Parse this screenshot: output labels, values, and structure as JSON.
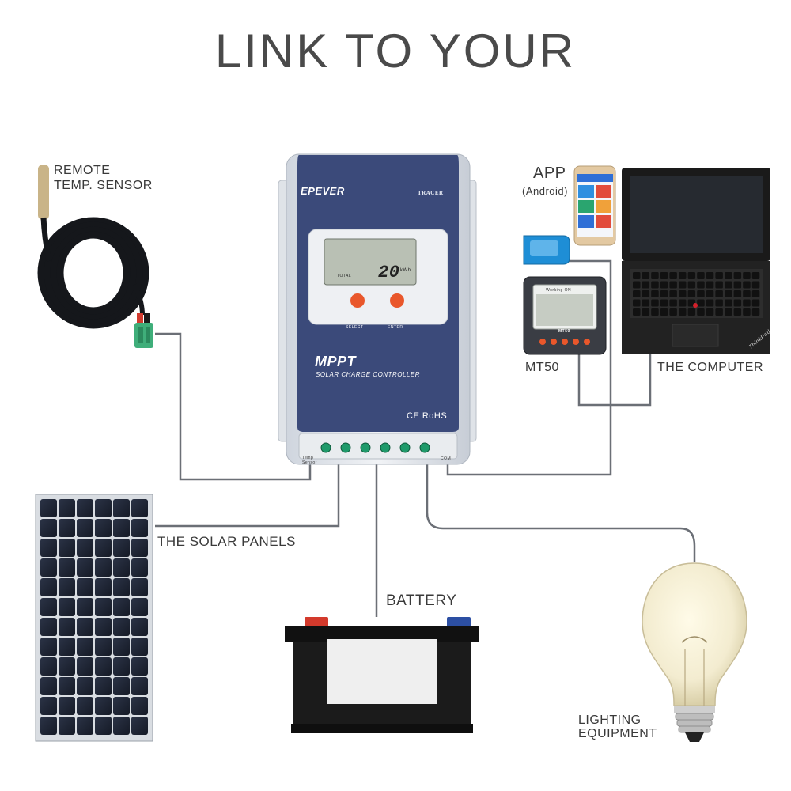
{
  "title": "LINK TO YOUR",
  "labels": {
    "remote_temp_sensor_line1": "REMOTE",
    "remote_temp_sensor_line2": "TEMP. SENSOR",
    "app_line1": "APP",
    "app_line2": "(Android)",
    "mt50": "MT50",
    "computer": "THE COMPUTER",
    "solar_panels": "THE SOLAR PANELS",
    "battery": "BATTERY",
    "lighting_line1": "LIGHTING",
    "lighting_line2": "EQUIPMENT"
  },
  "controller": {
    "brand": "EPEVER",
    "model": "TRACER",
    "display_value": "20",
    "display_unit": "kWh",
    "display_label": "TOTAL",
    "button_left": "SELECT",
    "button_right": "ENTER",
    "mppt": "MPPT",
    "subtitle": "SOLAR CHARGE CONTROLLER",
    "certs": "CE RoHS",
    "port_temp": "Temp Sensor",
    "port_com": "COM"
  },
  "mt50_device": {
    "model": "MT50",
    "top_line": "Working  ON"
  },
  "laptop": {
    "brand": "ThinkPad"
  },
  "colors": {
    "controller_panel": "#3b4a7a",
    "wire": "#6b6f76",
    "button": "#e9572b",
    "terminal": "#1f9a6a",
    "laptop": "#1e1e1e",
    "battery": "#1b1b1b"
  }
}
